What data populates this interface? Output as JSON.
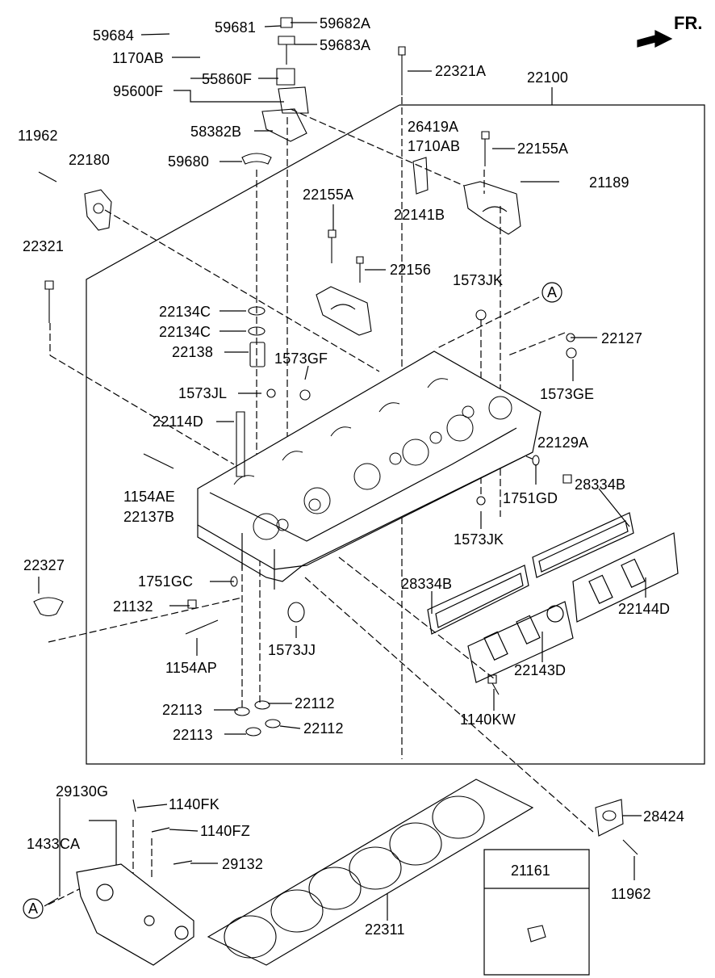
{
  "orientation": {
    "label": "FR."
  },
  "callout": {
    "ref_top": "A",
    "ref_bottom": "A"
  },
  "inset_part": "21161",
  "labels": [
    {
      "id": "p59684",
      "text": "59684"
    },
    {
      "id": "p59681",
      "text": "59681"
    },
    {
      "id": "p59682A",
      "text": "59682A"
    },
    {
      "id": "p59683A",
      "text": "59683A"
    },
    {
      "id": "p1170AB",
      "text": "1170AB"
    },
    {
      "id": "p22321A",
      "text": "22321A"
    },
    {
      "id": "p22100",
      "text": "22100"
    },
    {
      "id": "p55860F",
      "text": "55860F"
    },
    {
      "id": "p95600F",
      "text": "95600F"
    },
    {
      "id": "p58382B",
      "text": "58382B"
    },
    {
      "id": "p26419A",
      "text": "26419A"
    },
    {
      "id": "p1710AB",
      "text": "1710AB"
    },
    {
      "id": "p22155A_1",
      "text": "22155A"
    },
    {
      "id": "p11962_1",
      "text": "11962"
    },
    {
      "id": "p22180",
      "text": "22180"
    },
    {
      "id": "p59680",
      "text": "59680"
    },
    {
      "id": "p21189",
      "text": "21189"
    },
    {
      "id": "p22155A_2",
      "text": "22155A"
    },
    {
      "id": "p22141B",
      "text": "22141B"
    },
    {
      "id": "p22321",
      "text": "22321"
    },
    {
      "id": "p22156",
      "text": "22156"
    },
    {
      "id": "p1573JK_1",
      "text": "1573JK"
    },
    {
      "id": "p22134C_1",
      "text": "22134C"
    },
    {
      "id": "p22134C_2",
      "text": "22134C"
    },
    {
      "id": "p22127",
      "text": "22127"
    },
    {
      "id": "p22138",
      "text": "22138"
    },
    {
      "id": "p1573GF",
      "text": "1573GF"
    },
    {
      "id": "p1573JL",
      "text": "1573JL"
    },
    {
      "id": "p1573GE",
      "text": "1573GE"
    },
    {
      "id": "p22114D",
      "text": "22114D"
    },
    {
      "id": "p22129A",
      "text": "22129A"
    },
    {
      "id": "p28334B_1",
      "text": "28334B"
    },
    {
      "id": "p1154AE",
      "text": "1154AE"
    },
    {
      "id": "p22137B",
      "text": "22137B"
    },
    {
      "id": "p1751GD",
      "text": "1751GD"
    },
    {
      "id": "p1573JK_2",
      "text": "1573JK"
    },
    {
      "id": "p22327",
      "text": "22327"
    },
    {
      "id": "p1751GC",
      "text": "1751GC"
    },
    {
      "id": "p28334B_2",
      "text": "28334B"
    },
    {
      "id": "p21132",
      "text": "21132"
    },
    {
      "id": "p22144D",
      "text": "22144D"
    },
    {
      "id": "p1573JJ",
      "text": "1573JJ"
    },
    {
      "id": "p1154AP",
      "text": "1154AP"
    },
    {
      "id": "p22143D",
      "text": "22143D"
    },
    {
      "id": "p22113_1",
      "text": "22113"
    },
    {
      "id": "p22112_1",
      "text": "22112"
    },
    {
      "id": "p1140KW",
      "text": "1140KW"
    },
    {
      "id": "p22113_2",
      "text": "22113"
    },
    {
      "id": "p22112_2",
      "text": "22112"
    },
    {
      "id": "p29130G",
      "text": "29130G"
    },
    {
      "id": "p1140FK",
      "text": "1140FK"
    },
    {
      "id": "p28424",
      "text": "28424"
    },
    {
      "id": "p1140FZ",
      "text": "1140FZ"
    },
    {
      "id": "p1433CA",
      "text": "1433CA"
    },
    {
      "id": "p29132",
      "text": "29132"
    },
    {
      "id": "p11962_2",
      "text": "11962"
    },
    {
      "id": "p22311",
      "text": "22311"
    }
  ]
}
